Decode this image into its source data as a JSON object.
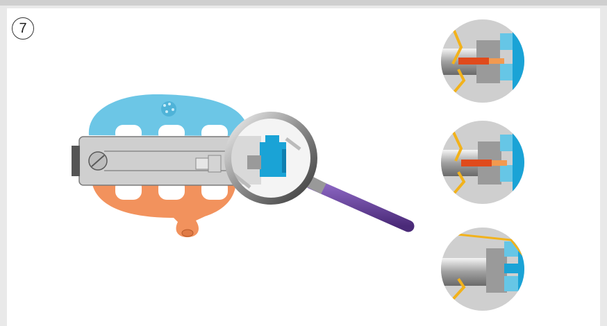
{
  "step": {
    "number": "7"
  },
  "colors": {
    "cap_blue": "#66c6e6",
    "base_orange": "#f2925d",
    "metal_grey": "#c7c7c7",
    "accent_blue": "#1aa3d6",
    "wire_yellow": "#f2b21b",
    "handle_purple": "#6b3fa0",
    "needle_red": "#e04a1c"
  },
  "diagram": {
    "main_view": "carburetor-float-needle-valve-magnified",
    "detail_views": [
      "valve-open",
      "valve-partially-open",
      "valve-closed"
    ]
  }
}
